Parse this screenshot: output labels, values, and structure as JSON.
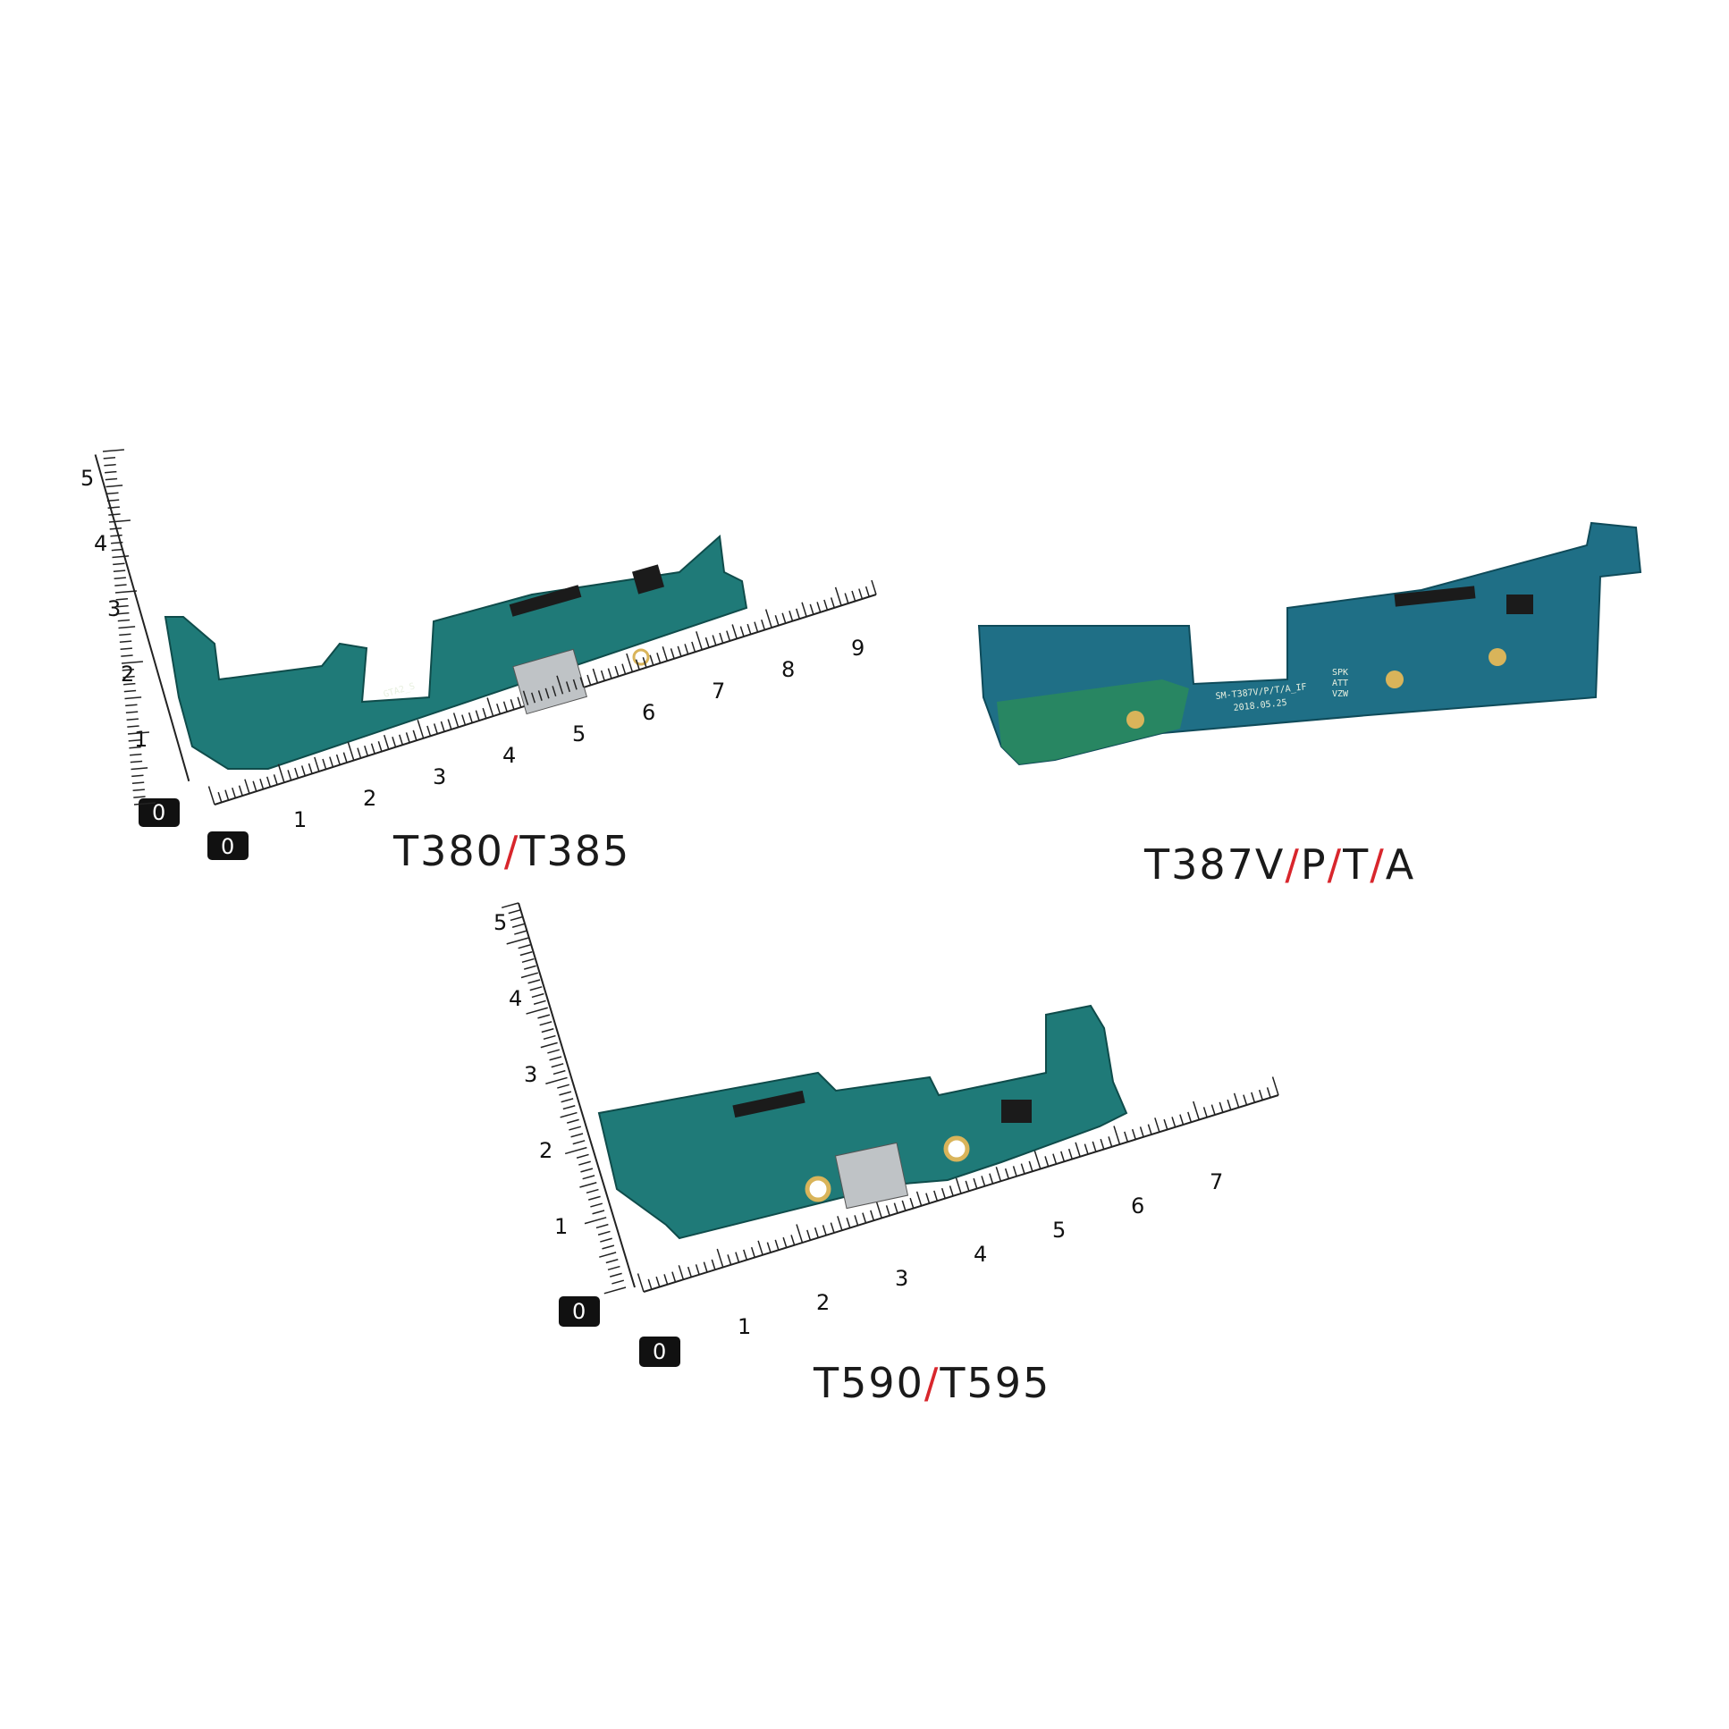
{
  "products": [
    {
      "caption_parts": [
        "T380",
        "/",
        "T385"
      ],
      "silkscreen": "GTA2_S",
      "ruler_zero_badges": [
        "0",
        "0"
      ],
      "vertical_ruler_numbers": [
        "1",
        "2",
        "3",
        "4",
        "5"
      ],
      "horizontal_ruler_numbers": [
        "1",
        "2",
        "3",
        "4",
        "5",
        "6",
        "7",
        "8",
        "9"
      ]
    },
    {
      "caption_parts": [
        "T387V",
        "/",
        "P",
        "/",
        "T",
        "/",
        "A"
      ],
      "silkscreen": "SM-T387V/P/T/A_IF",
      "silkscreen_date": "2018.05.25",
      "silkscreen_side": [
        "SPK",
        "ATT",
        "VZW"
      ]
    },
    {
      "caption_parts": [
        "T590",
        "/",
        "T595"
      ],
      "ruler_zero_badges": [
        "0",
        "0"
      ],
      "vertical_ruler_numbers": [
        "1",
        "2",
        "3",
        "4",
        "5"
      ],
      "horizontal_ruler_numbers": [
        "1",
        "2",
        "3",
        "4",
        "5",
        "6",
        "7"
      ]
    }
  ],
  "colors": {
    "pcb": "#1f7a78",
    "pcb_dark": "#155f5e",
    "gold": "#d9b45a",
    "separator": "#d8262c"
  }
}
